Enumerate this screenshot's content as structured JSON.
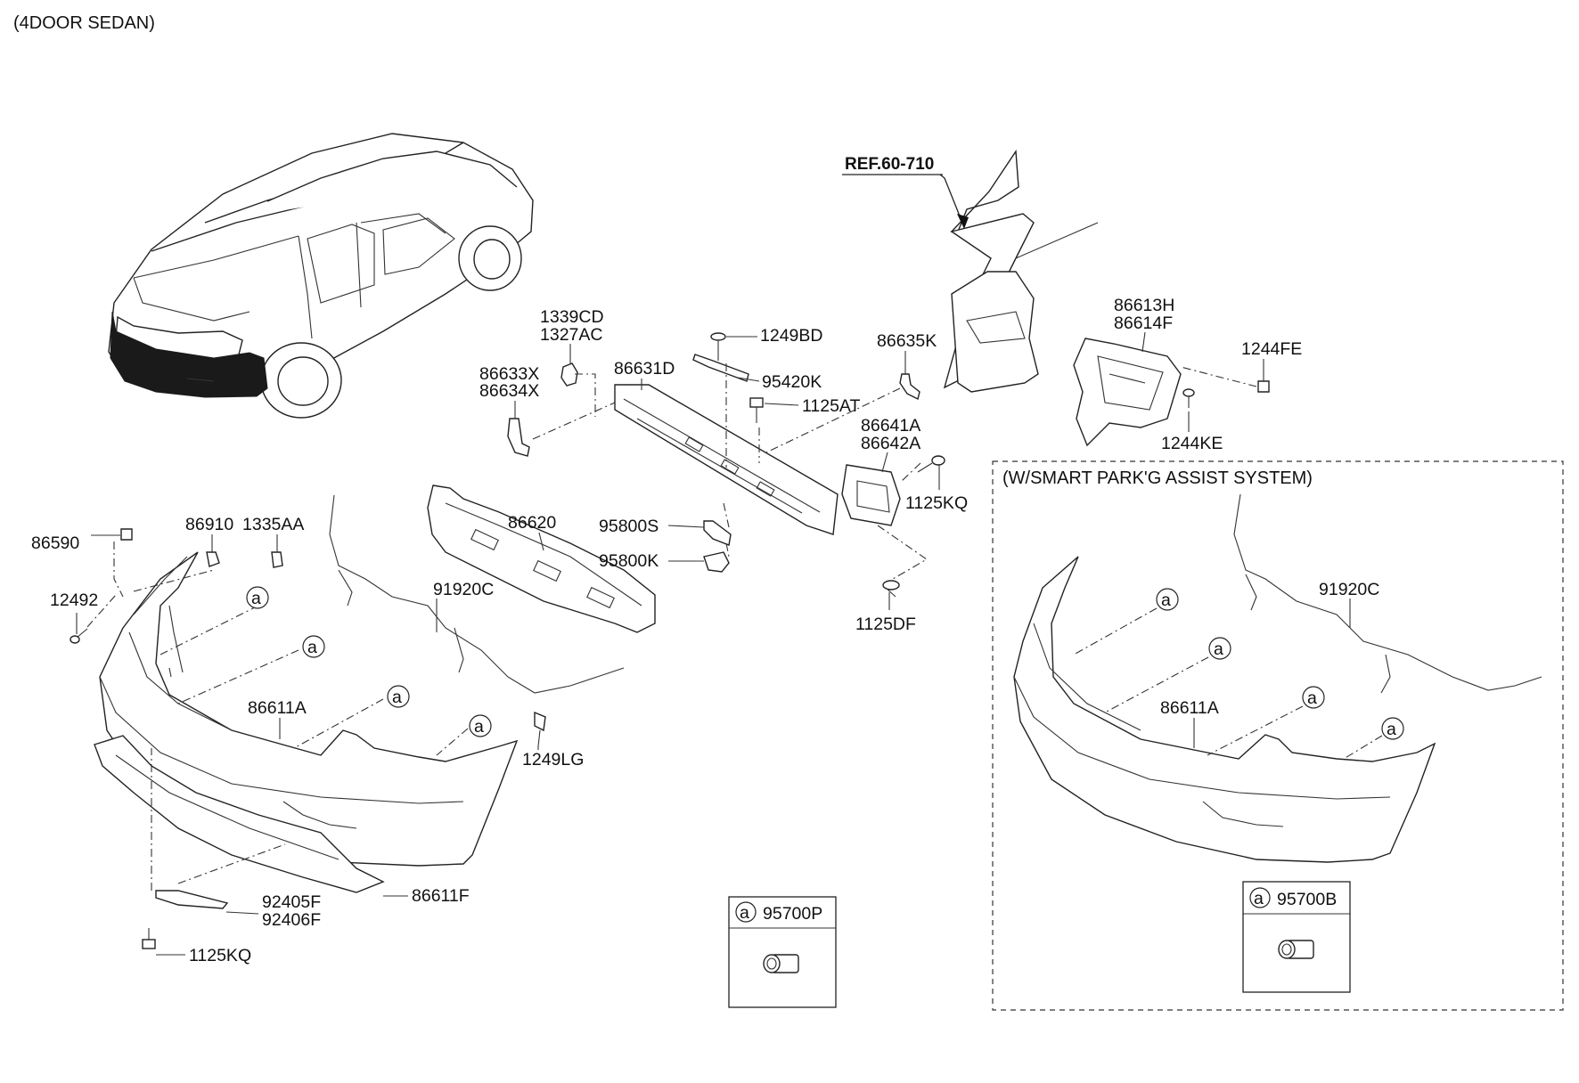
{
  "header": {
    "variant": "(4DOOR SEDAN)"
  },
  "reference": {
    "label": "REF.60-710"
  },
  "optional_group": {
    "title": "(W/SMART PARK'G ASSIST SYSTEM)"
  },
  "callout_marker": "a",
  "parts": {
    "p1339CD": "1339CD",
    "p1327AC": "1327AC",
    "p1249BD": "1249BD",
    "p86633X": "86633X",
    "p86634X": "86634X",
    "p86631D": "86631D",
    "p95420K": "95420K",
    "p86635K": "86635K",
    "p86613H": "86613H",
    "p86614F": "86614F",
    "p1244FE": "1244FE",
    "p1125AT": "1125AT",
    "p86641A": "86641A",
    "p86642A": "86642A",
    "p1244KE": "1244KE",
    "p1125KQ_upper": "1125KQ",
    "p86590": "86590",
    "p86910": "86910",
    "p1335AA": "1335AA",
    "p86620": "86620",
    "p95800S": "95800S",
    "p95800K": "95800K",
    "p12492": "12492",
    "p91920C": "91920C",
    "p1125DF": "1125DF",
    "p86611A": "86611A",
    "p1249LG": "1249LG",
    "p92405F": "92405F",
    "p92406F": "92406F",
    "p86611F": "86611F",
    "p1125KQ_lower": "1125KQ",
    "p95700P": "95700P",
    "p91920C_opt": "91920C",
    "p86611A_opt": "86611A",
    "p95700B": "95700B"
  }
}
